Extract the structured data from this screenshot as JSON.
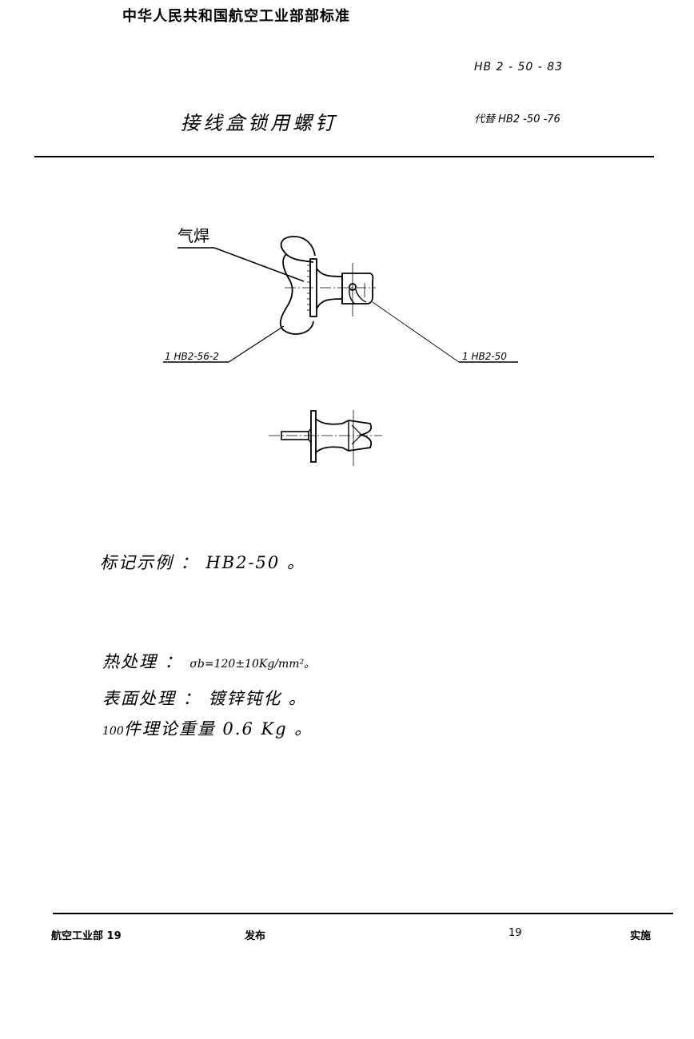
{
  "header": {
    "org_title": "中华人民共和国航空工业部部标准",
    "standard_number": "HB 2 - 50 - 83",
    "document_title": "接线盒锁用螺钉",
    "replaces": "代替 HB2 -50 -76"
  },
  "drawing": {
    "callouts": {
      "weld": "气焊",
      "part_wing": "1 HB2-56-2",
      "part_screw": "1 HB2-50"
    }
  },
  "notes": {
    "marking_example": "标记示例 ： HB2-50 。",
    "heat_treatment_label": "热处理 ： ",
    "heat_treatment_value": "σb=120±10Kg/mm²。",
    "surface_treatment": "表面处理 ： 镀锌钝化 。",
    "weight_prefix": "100",
    "weight_text": "件理论重量 0.6 Kg 。"
  },
  "footer": {
    "issuer": "航空工业部 19",
    "issued": "发布",
    "effective_year": "19",
    "effective": "实施"
  }
}
